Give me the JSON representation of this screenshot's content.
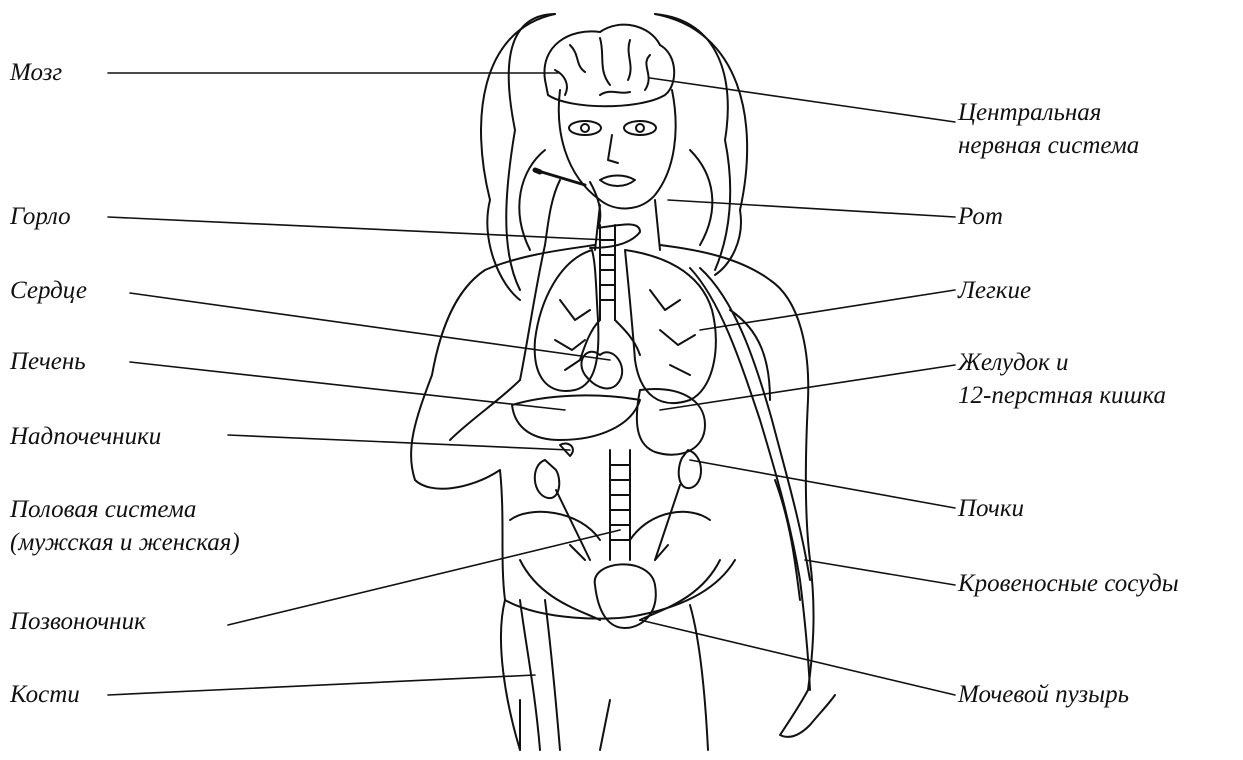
{
  "labels": {
    "left": {
      "brain": "Мозг",
      "throat": "Горло",
      "heart": "Сердце",
      "liver": "Печень",
      "adrenals": "Надпочечники",
      "reproductive_line1": "Половая система",
      "reproductive_line2": "(мужская и женская)",
      "spine": "Позвоночник",
      "bones": "Кости"
    },
    "right": {
      "cns_line1": "Центральная",
      "cns_line2": "нервная система",
      "mouth": "Рот",
      "lungs": "Легкие",
      "stomach_line1": "Желудок и",
      "stomach_line2": "12-перстная кишка",
      "kidneys": "Почки",
      "vessels": "Кровеносные сосуды",
      "bladder": "Мочевой пузырь"
    }
  },
  "colors": {
    "ink": "#111111",
    "background": "#ffffff"
  }
}
